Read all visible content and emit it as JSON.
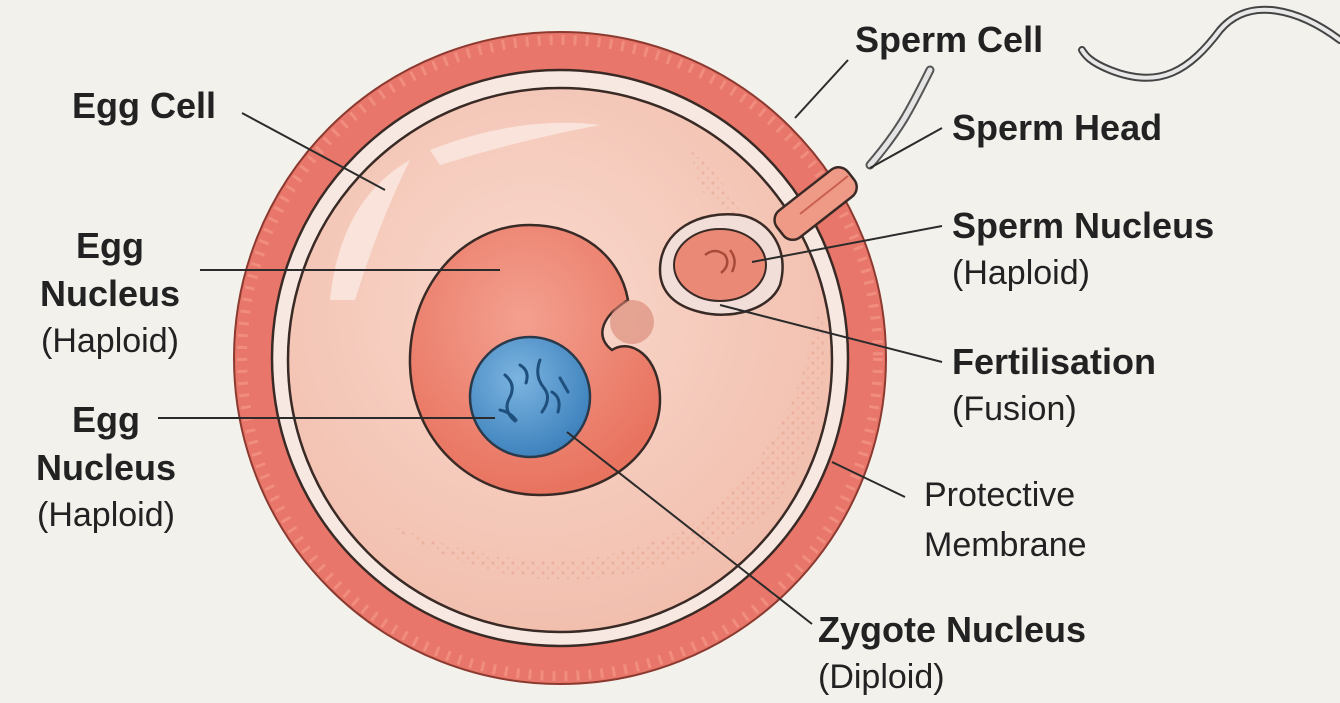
{
  "colors": {
    "background": "#f3f1ec",
    "outer_membrane": "#e8766a",
    "cytoplasm": "#f6cbbd",
    "egg_nucleus": "#ef8a78",
    "zygote_nucleus": "#5b9bd0",
    "sperm": "#ef9a86",
    "leader_line": "#2b2b2b"
  },
  "labels": {
    "egg_cell": {
      "title": "Egg Cell"
    },
    "egg_nucleus_top": {
      "line1": "Egg",
      "line2": "Nucleus",
      "sub": "(Haploid)"
    },
    "egg_nucleus_bottom": {
      "line1": "Egg",
      "line2": "Nucleus",
      "sub": "(Haploid)"
    },
    "sperm_cell": {
      "title": "Sperm Cell"
    },
    "sperm_head": {
      "title": "Sperm Head"
    },
    "sperm_nucleus": {
      "title": "Sperm Nucleus",
      "sub": "(Haploid)"
    },
    "fertilisation": {
      "title": "Fertilisation",
      "sub": "(Fusion)"
    },
    "protective_membrane": {
      "line1": "Protective",
      "line2": "Membrane"
    },
    "zygote_nucleus": {
      "title": "Zygote Nucleus",
      "sub": "(Diploid)"
    }
  }
}
